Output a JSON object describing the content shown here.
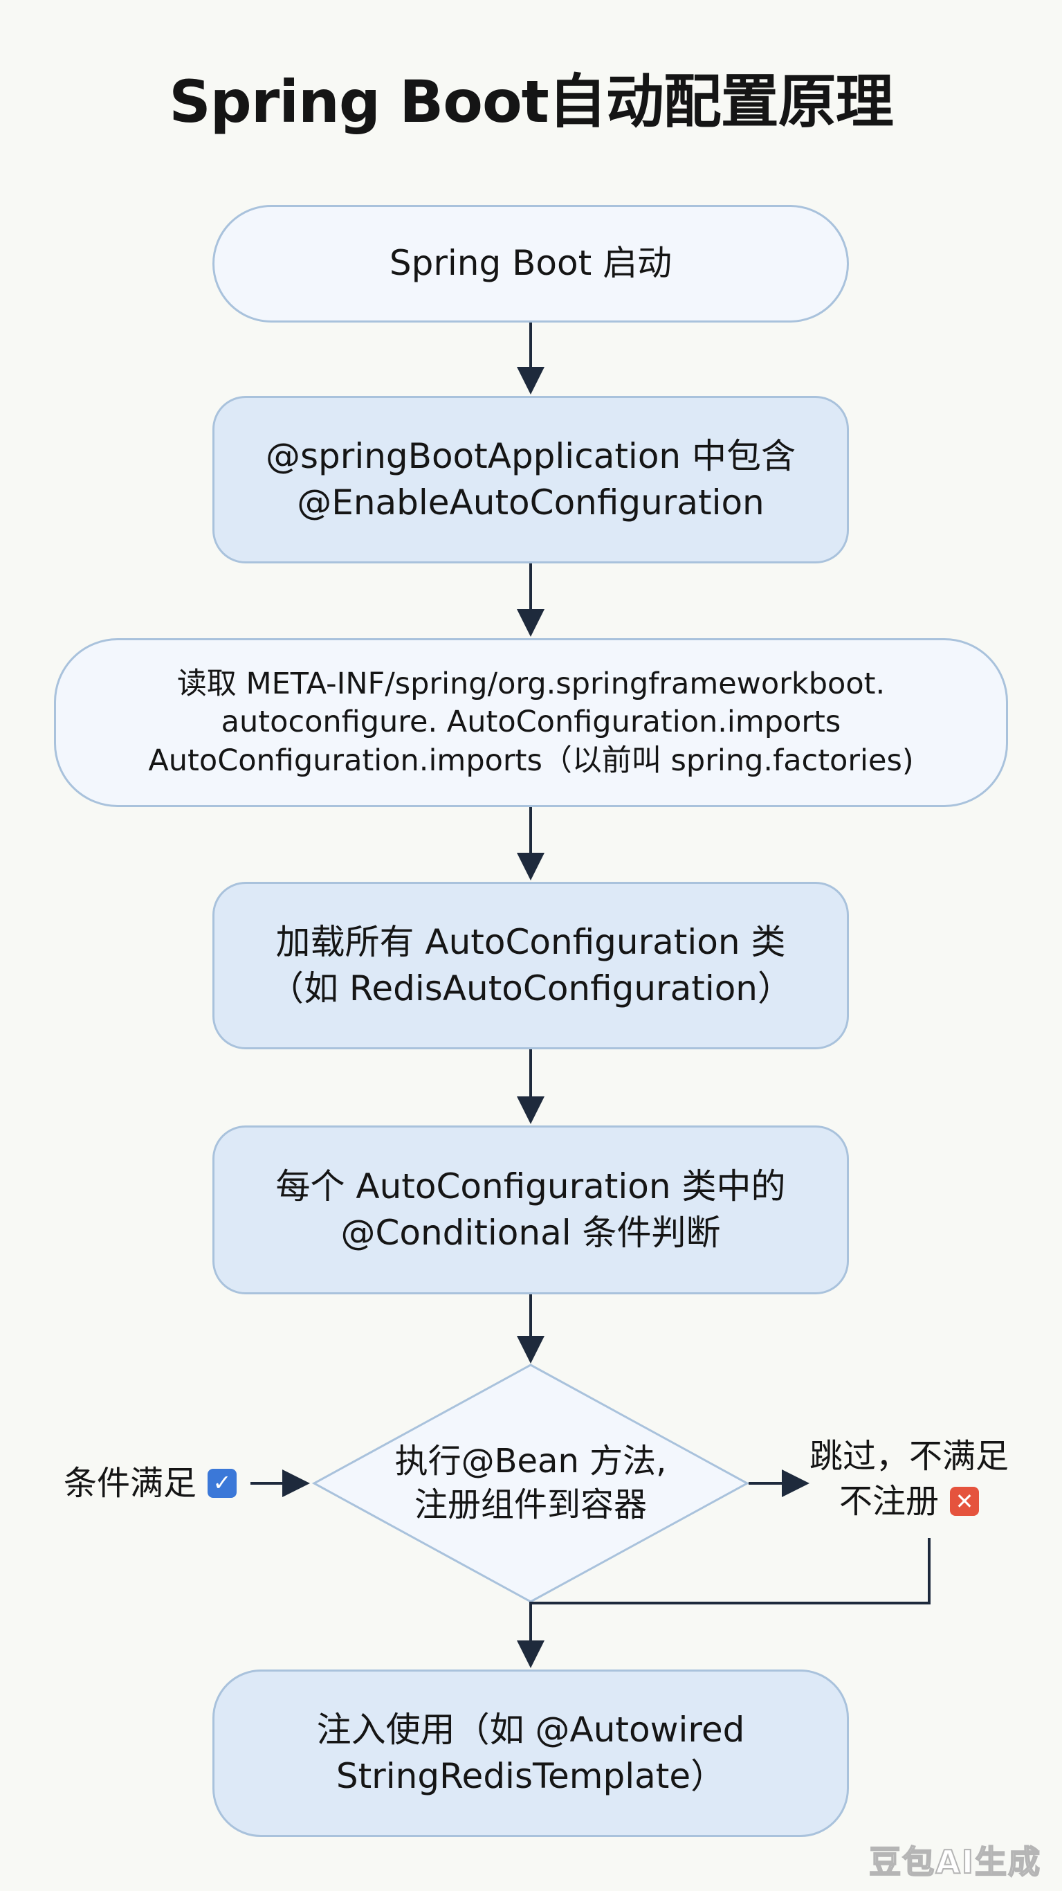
{
  "title": "Spring Boot自动配置原理",
  "steps": {
    "start": "Spring Boot 启动",
    "annotation": [
      "@springBootApplication 中包含",
      "@EnableAutoConfiguration"
    ],
    "read_imports": [
      "读取 META-INF/spring/org.springframeworkboot.",
      "autoconfigure. AutoConfiguration.imports",
      "AutoConfiguration.imports（以前叫 spring.factories)"
    ],
    "load_classes": [
      "加载所有 AutoConfiguration 类",
      "（如 RedisAutoConfiguration）"
    ],
    "conditional": [
      "每个 AutoConfiguration 类中的",
      "@Conditional 条件判断"
    ],
    "decision": [
      "执行@Bean 方法,",
      "注册组件到容器"
    ],
    "inject": [
      "注入使用（如 @Autowired",
      "StringRedisTemplate）"
    ]
  },
  "branches": {
    "satisfied": "条件满足",
    "satisfied_icon": "check-icon",
    "skipped": [
      "跳过，不满足",
      "不注册"
    ],
    "skipped_icon": "cross-icon"
  },
  "colors": {
    "box_fill_light": "#f3f7fd",
    "box_fill_blue": "#dde9f7",
    "box_border": "#a9c2dc",
    "arrow": "#1e2a3c",
    "check": "#3b78d8",
    "cross": "#e5533d"
  },
  "watermark": "豆包AI生成"
}
